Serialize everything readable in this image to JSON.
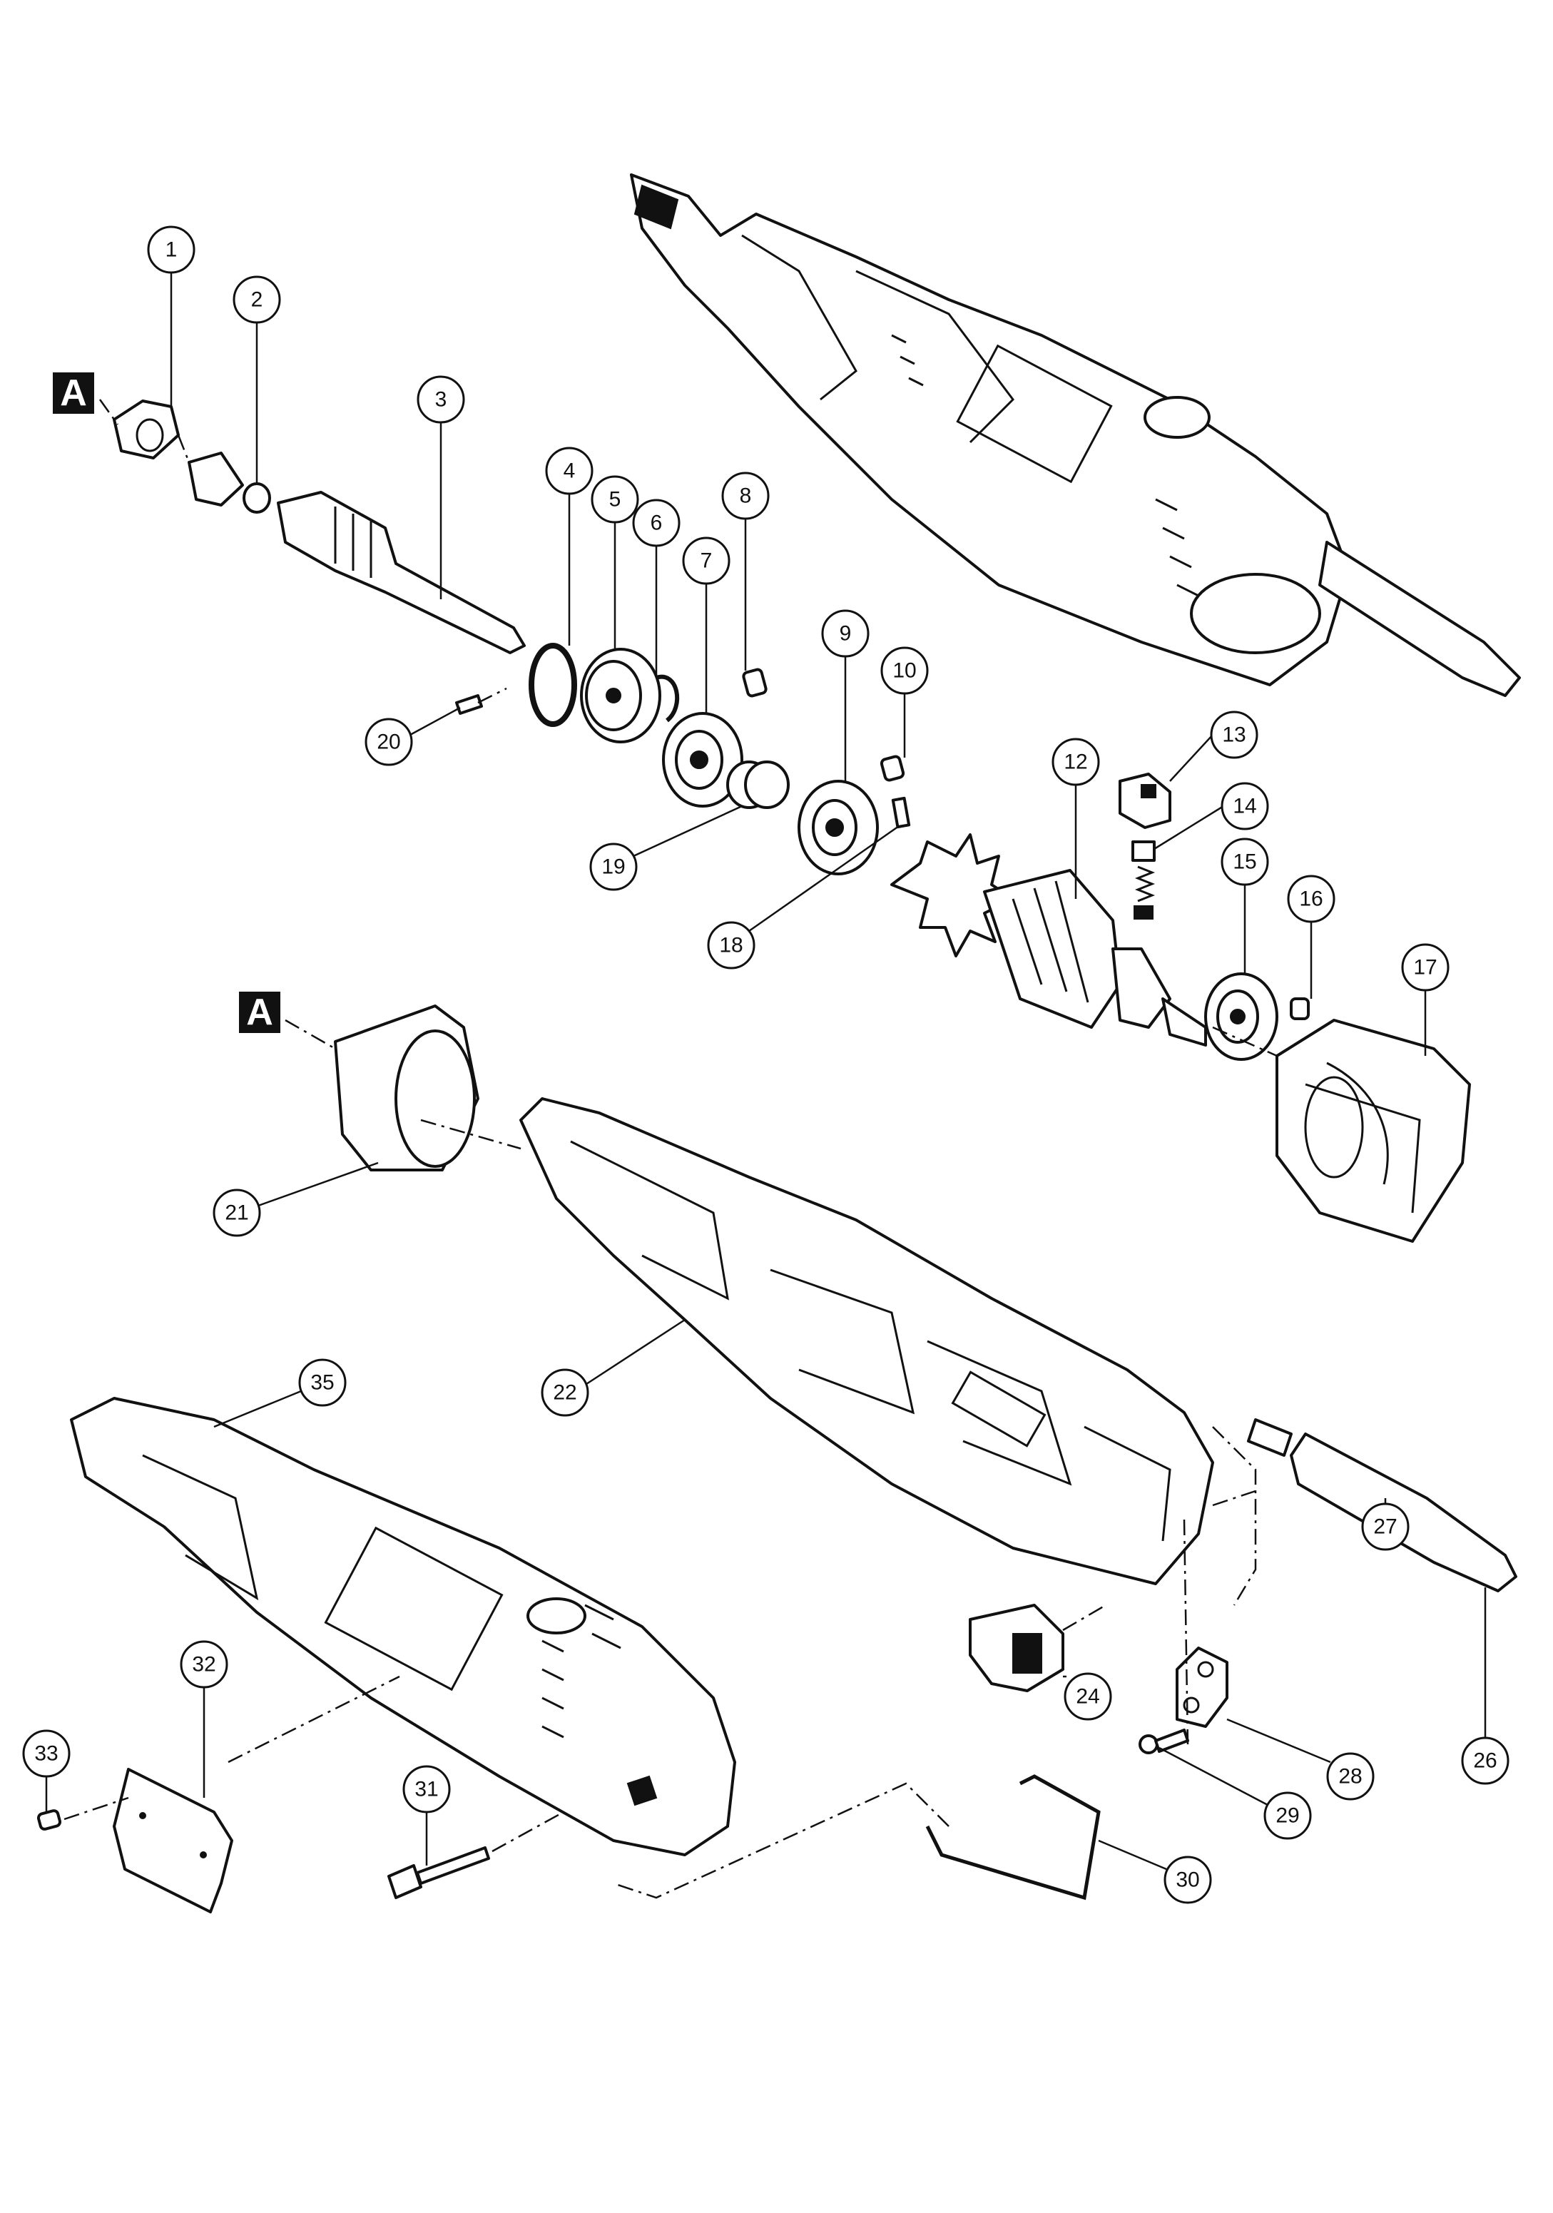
{
  "reference_marks": [
    "A",
    "A"
  ],
  "callouts": [
    "1",
    "2",
    "3",
    "4",
    "5",
    "6",
    "7",
    "8",
    "9",
    "10",
    "12",
    "13",
    "14",
    "15",
    "16",
    "17",
    "18",
    "19",
    "20",
    "21",
    "22",
    "24",
    "26",
    "27",
    "28",
    "29",
    "30",
    "31",
    "32",
    "33",
    "35"
  ],
  "colors": {
    "ink": "#111111",
    "paper": "#ffffff"
  }
}
